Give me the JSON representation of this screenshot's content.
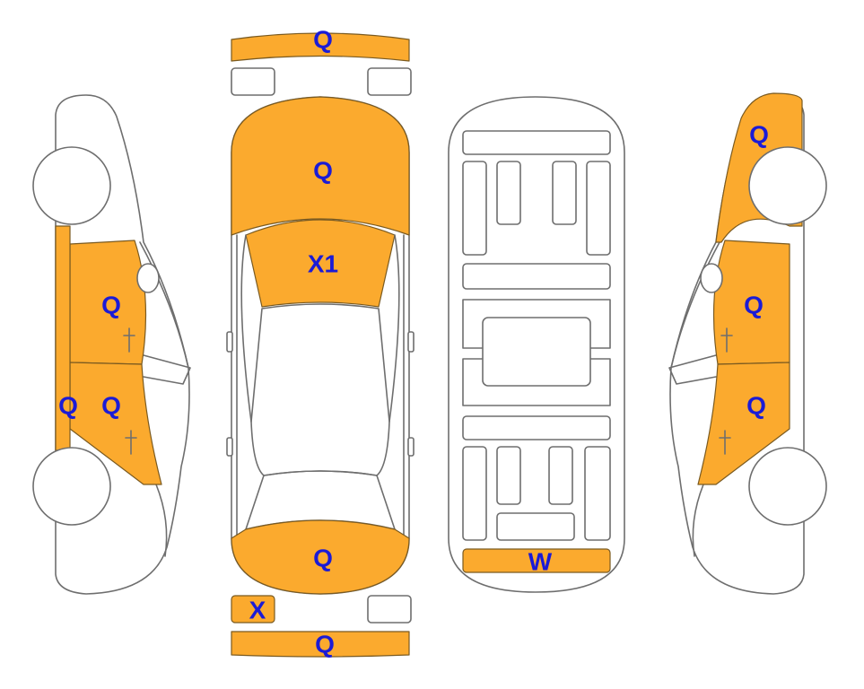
{
  "colors": {
    "damage_fill": "#FBAA2E",
    "label_text": "#1B1BD6",
    "outline": "#6e6e6e"
  },
  "marks": {
    "front_bumper": "Q",
    "hood": "Q",
    "windshield": "X1",
    "trunk": "Q",
    "rear_light_left": "X",
    "rear_bumper": "Q",
    "underbody_rear": "W",
    "left_front_door": "Q",
    "left_rear_door": "Q",
    "left_sill": "Q",
    "right_front_fender": "Q",
    "right_front_door": "Q",
    "right_rear_door": "Q"
  }
}
